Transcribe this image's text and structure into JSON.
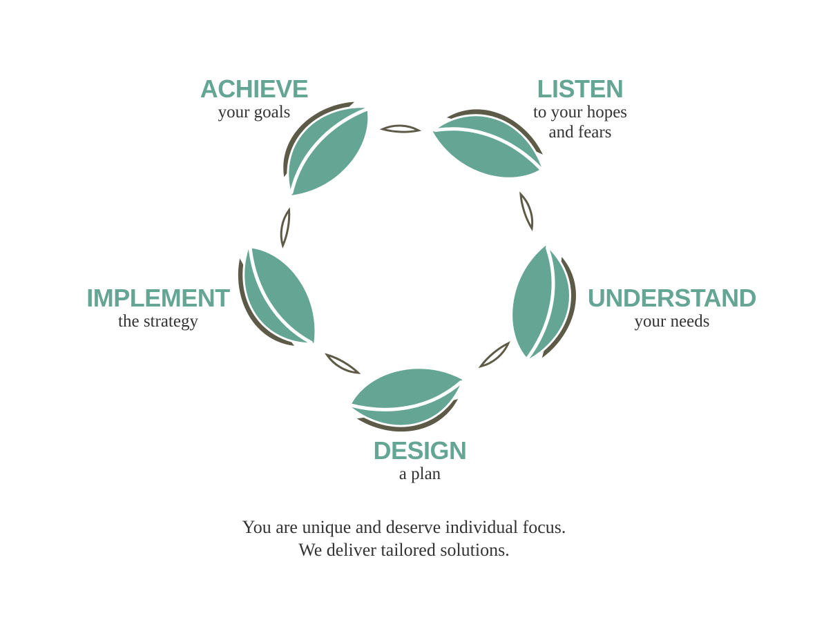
{
  "colors": {
    "accent_teal": "#64a593",
    "dark_olive": "#5d5b47",
    "text_dark": "#333333"
  },
  "steps": [
    {
      "id": "listen",
      "title": "LISTEN",
      "subtitle_lines": [
        "to your hopes",
        "and fears"
      ]
    },
    {
      "id": "understand",
      "title": "UNDERSTAND",
      "subtitle_lines": [
        "your needs"
      ]
    },
    {
      "id": "design",
      "title": "DESIGN",
      "subtitle_lines": [
        "a plan"
      ]
    },
    {
      "id": "implement",
      "title": "IMPLEMENT",
      "subtitle_lines": [
        "the strategy"
      ]
    },
    {
      "id": "achieve",
      "title": "ACHIEVE",
      "subtitle_lines": [
        "your goals"
      ]
    }
  ],
  "tagline": {
    "line1": "You are unique and deserve individual focus.",
    "line2": "We deliver tailored solutions."
  }
}
